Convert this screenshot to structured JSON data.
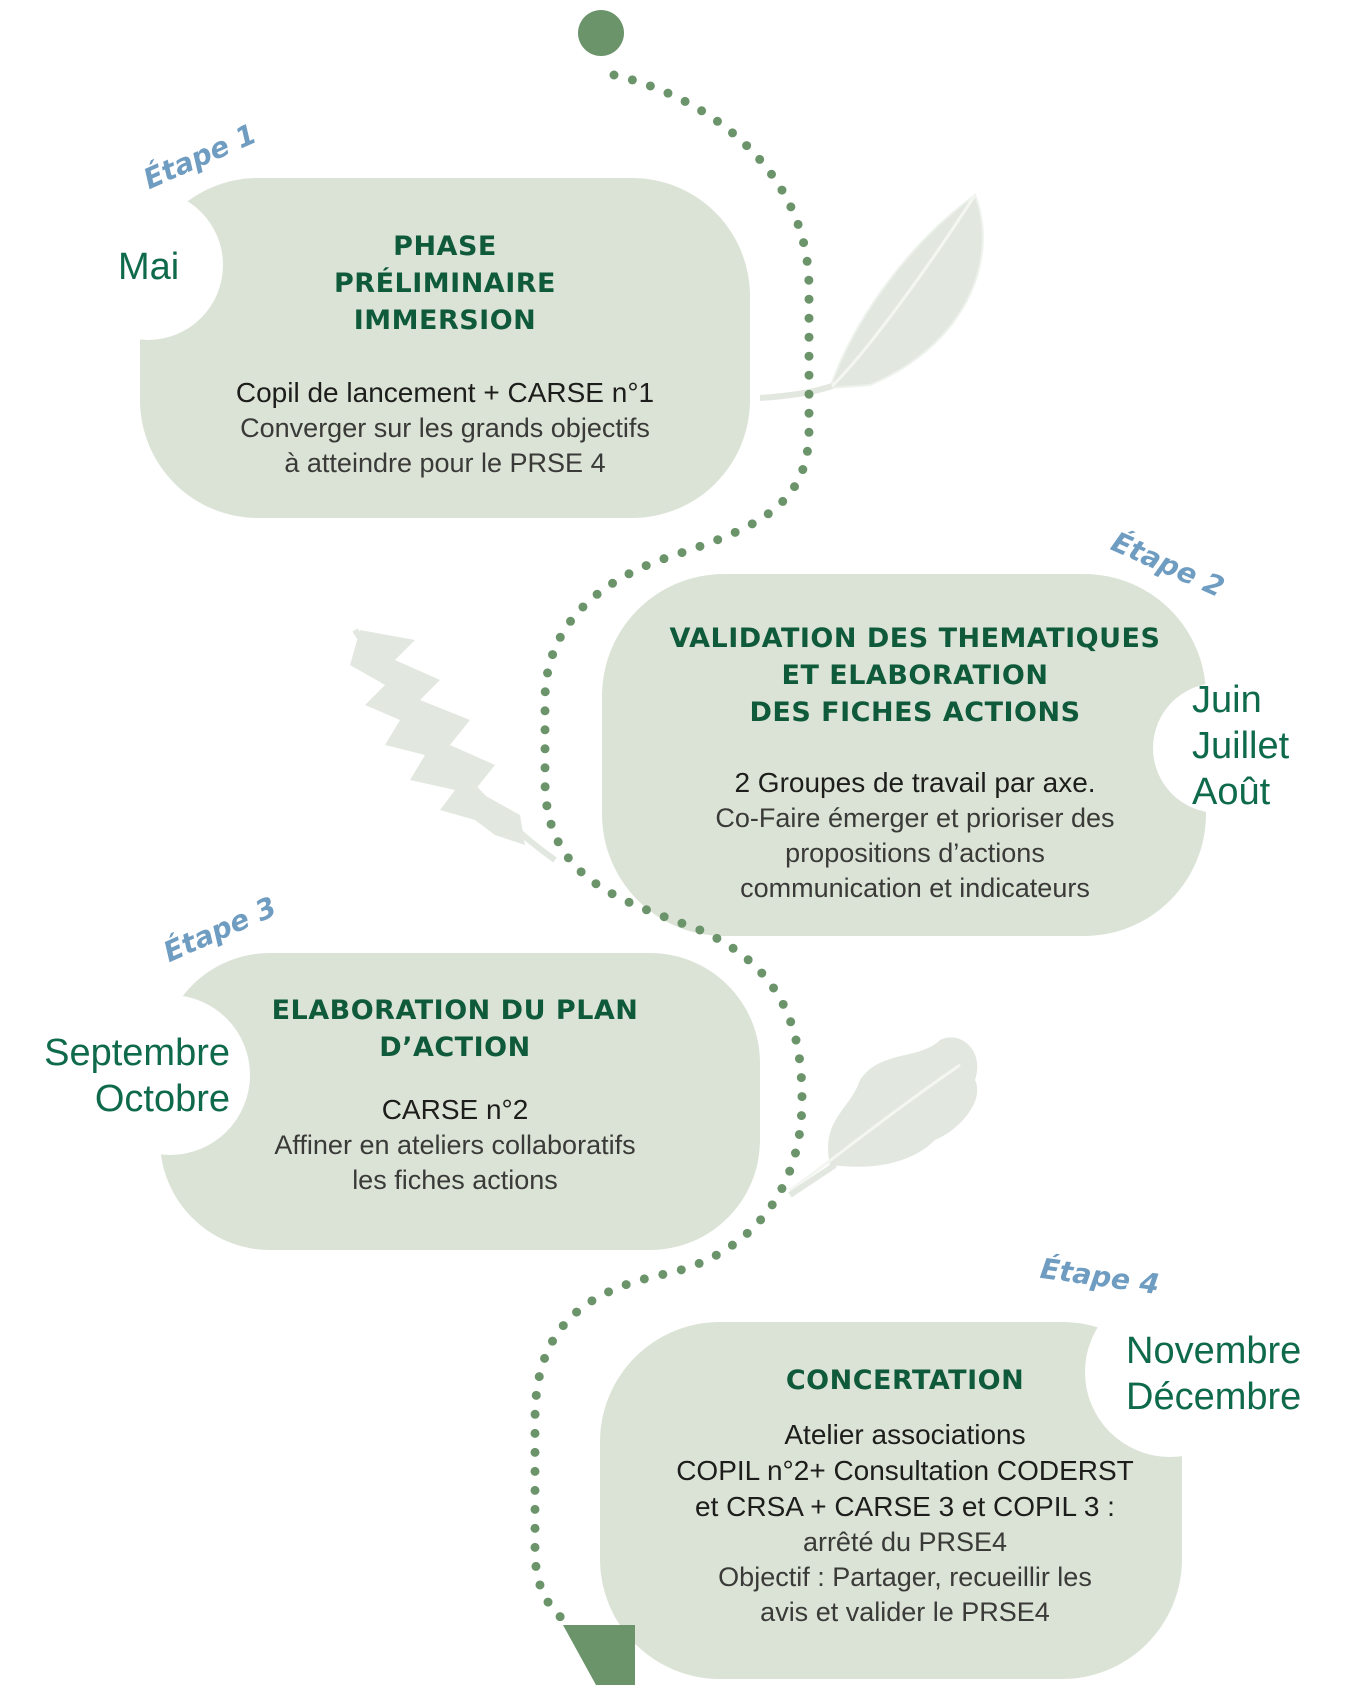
{
  "colors": {
    "card_fill": "#dbe3d6",
    "path_green": "#6b946b",
    "leaf": "#e2e8e0",
    "title_green": "#0f5a3a",
    "step_blue": "#6f9cc1",
    "date_green": "#0f6a4c"
  },
  "icons": [
    "start-dot",
    "dotted-path",
    "end-arrow",
    "leaf-serrated",
    "leaf-fern",
    "leaf-oak"
  ],
  "steps": [
    {
      "label": "Étape 1",
      "date": [
        "Mai"
      ],
      "title": [
        "PHASE",
        "PRÉLIMINAIRE",
        "IMMERSION"
      ],
      "lead": [
        "Copil de lancement + CARSE n°1"
      ],
      "desc": [
        "Converger sur les grands objectifs",
        "à atteindre pour le PRSE 4"
      ]
    },
    {
      "label": "Étape 2",
      "date": [
        "Juin",
        "Juillet",
        "Août"
      ],
      "title": [
        "VALIDATION DES THEMATIQUES",
        "ET ELABORATION",
        "DES FICHES ACTIONS"
      ],
      "lead": [
        "2 Groupes de travail par axe."
      ],
      "desc": [
        "Co-Faire émerger et prioriser des",
        "propositions d’actions",
        "communication et indicateurs"
      ]
    },
    {
      "label": "Étape 3",
      "date": [
        "Septembre",
        "Octobre"
      ],
      "title": [
        "ELABORATION DU PLAN",
        "D’ACTION"
      ],
      "lead": [
        "CARSE n°2"
      ],
      "desc": [
        "Affiner en ateliers collaboratifs",
        "les fiches actions"
      ]
    },
    {
      "label": "Étape 4",
      "date": [
        "Novembre",
        "Décembre"
      ],
      "title": [
        "CONCERTATION"
      ],
      "lead": [
        "Atelier associations",
        "COPIL n°2+ Consultation CODERST",
        "et CRSA + CARSE  3 et COPIL 3 :"
      ],
      "desc": [
        "arrêté du PRSE4",
        "Objectif : Partager, recueillir les",
        "avis et valider le PRSE4"
      ]
    }
  ]
}
